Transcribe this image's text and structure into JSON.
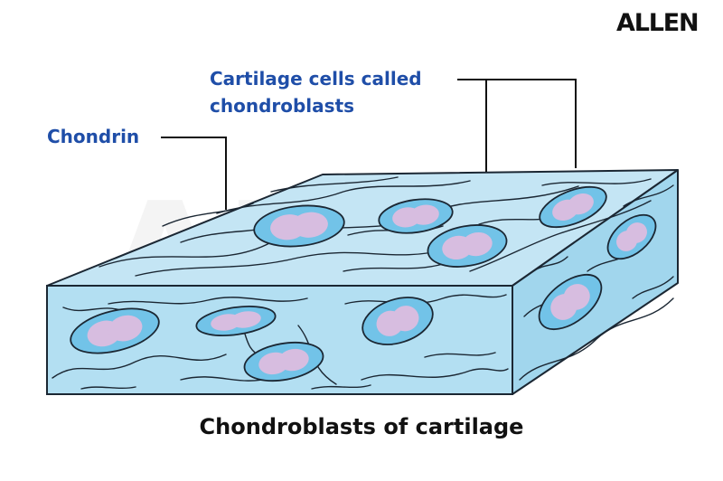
{
  "logo": "ALLEN",
  "labels": {
    "cells": [
      "Cartilage cells called",
      "chondroblasts"
    ],
    "chondrin": "Chondrin"
  },
  "caption": "Chondroblasts of cartilage",
  "watermark": "ALLEN",
  "colors": {
    "tissue_top": "#bfe3f3",
    "tissue_front": "#acdcf1",
    "tissue_side": "#99d2ec",
    "outline": "#1b2733",
    "lacuna": "#72c3e8",
    "cell": "#d7bde0",
    "label": "#1f4ea8"
  }
}
